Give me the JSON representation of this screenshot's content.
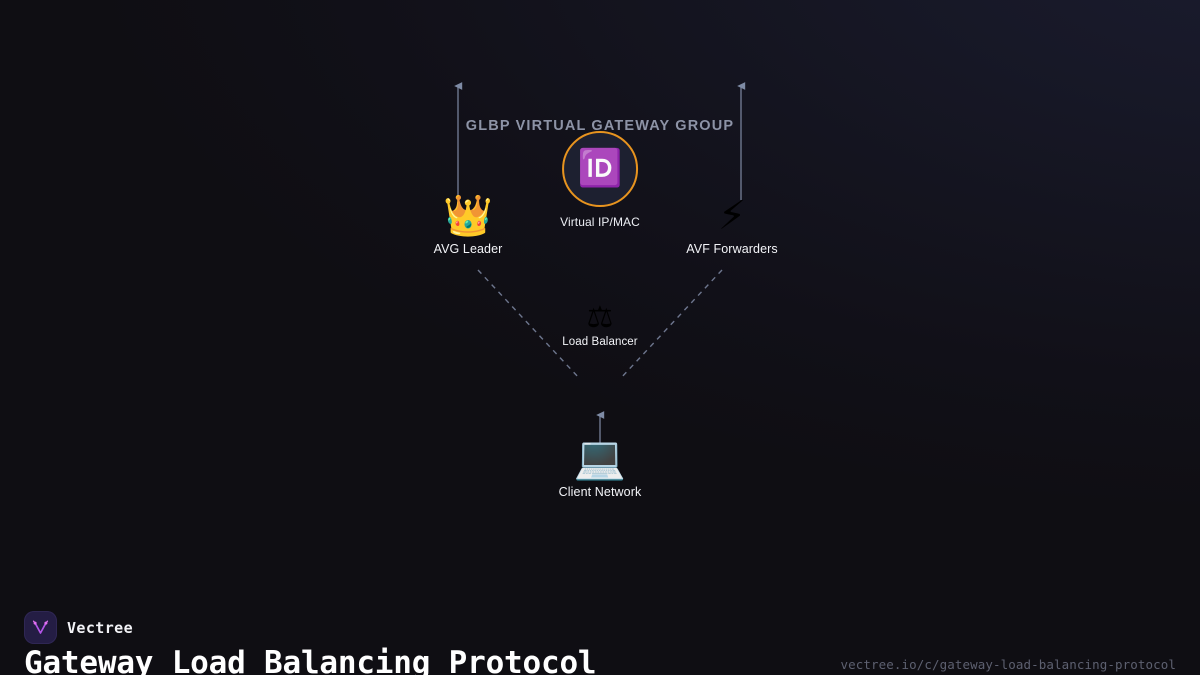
{
  "diagram": {
    "group_title": "GLBP VIRTUAL GATEWAY GROUP",
    "nodes": {
      "virtual_ip": {
        "label": "Virtual IP/MAC",
        "icon": "id-badge-icon",
        "glyph": "🆔",
        "ring_color": "#e8941f"
      },
      "avg_leader": {
        "label": "AVG Leader",
        "icon": "crown-icon",
        "glyph": "👑"
      },
      "avf_forwarders": {
        "label": "AVF Forwarders",
        "icon": "lightning-bolt-icon",
        "glyph": "⚡"
      },
      "load_balancer": {
        "label": "Load Balancer",
        "icon": "balance-scale-icon",
        "glyph": "⚖"
      },
      "client_network": {
        "label": "Client Network",
        "icon": "laptop-icon",
        "glyph": "💻"
      }
    },
    "edge_color": "#7e88a3",
    "arrow_color": "#7e8ba5"
  },
  "footer": {
    "brand": "Vectree",
    "title": "Gateway Load Balancing Protocol",
    "url": "vectree.io/c/gateway-load-balancing-protocol",
    "accent": "#c56bf2"
  },
  "theme": {
    "background": "#0f0e13",
    "text": "#f3f4f8",
    "muted": "#8d93a6"
  }
}
